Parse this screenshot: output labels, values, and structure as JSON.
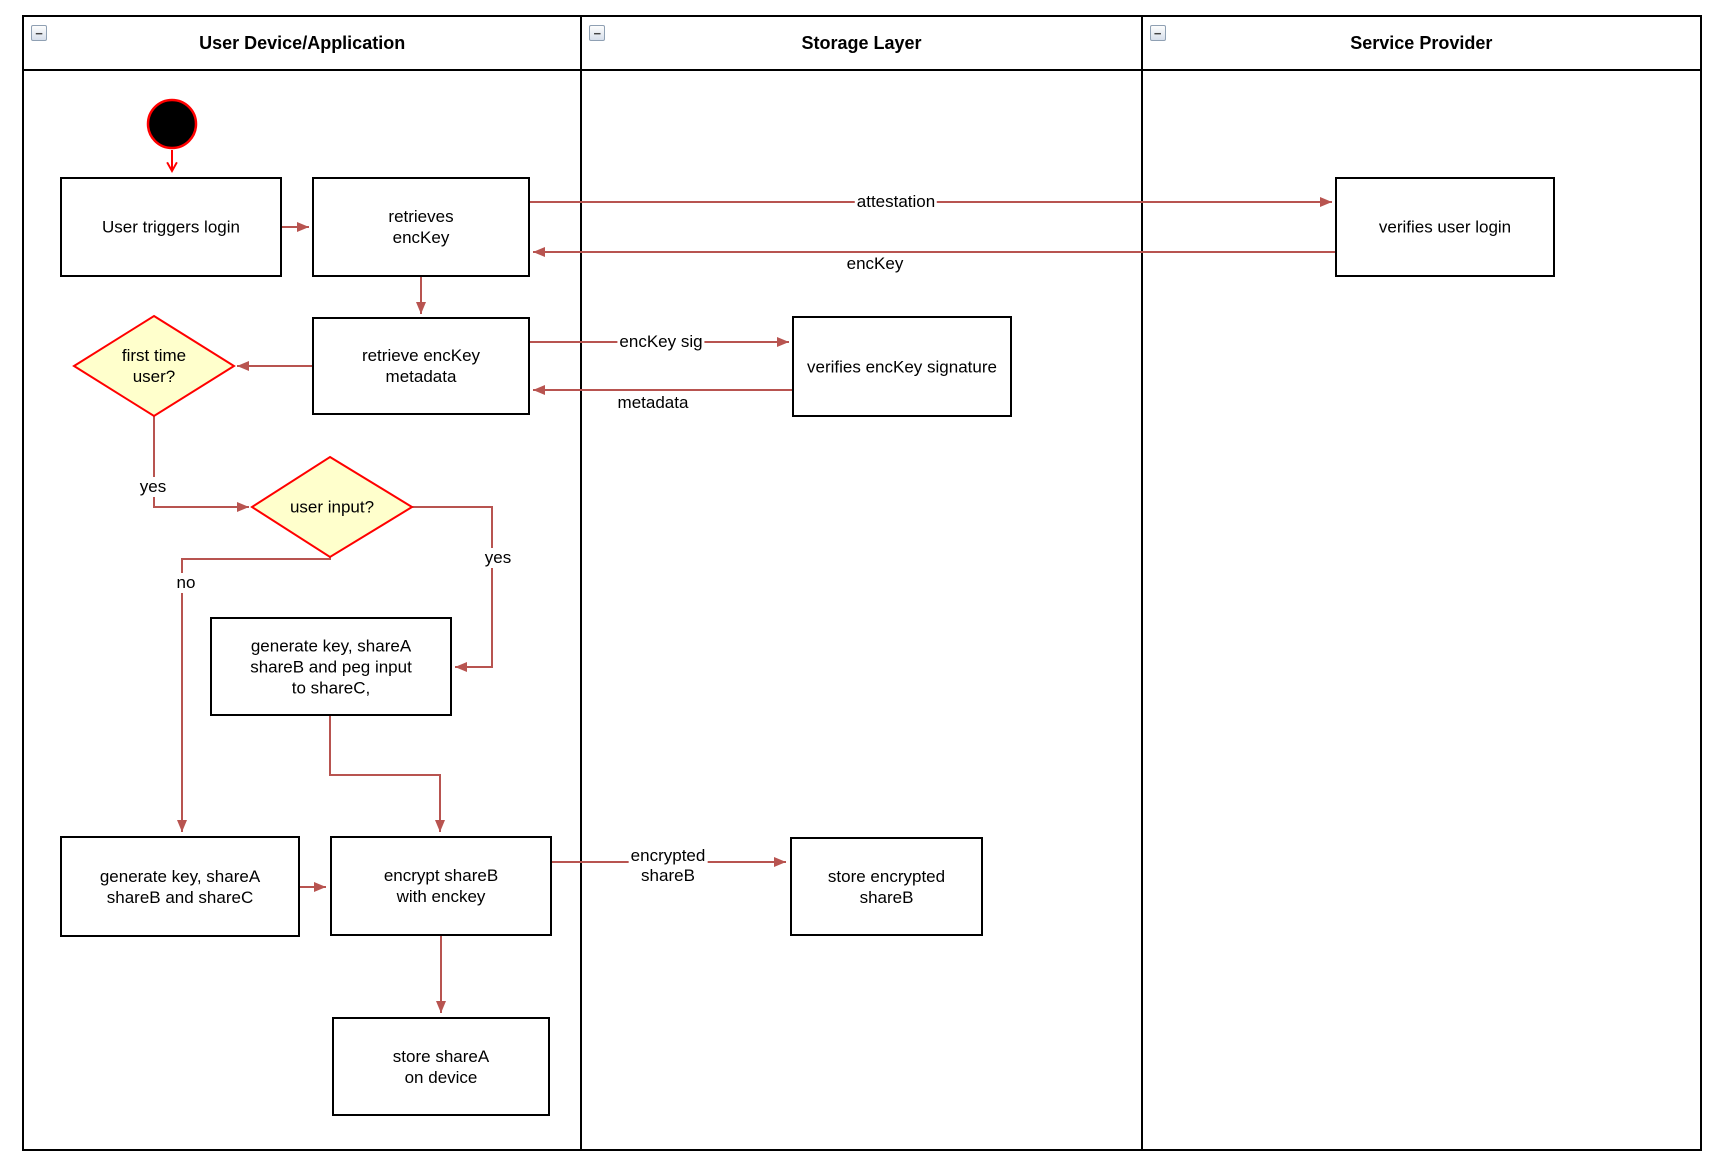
{
  "diagram": {
    "ui": {
      "collapse_glyph": "−"
    },
    "lanes": [
      {
        "title": "User Device/Application"
      },
      {
        "title": "Storage Layer"
      },
      {
        "title": "Service Provider"
      }
    ],
    "nodes": {
      "user_triggers_login": {
        "label": "User triggers login"
      },
      "retrieves_enckey": {
        "label": "retrieves\nencKey"
      },
      "retrieve_enckey_metadata": {
        "label": "retrieve encKey\nmetadata"
      },
      "first_time_user": {
        "label": "first time\nuser?"
      },
      "user_input": {
        "label": "user input?"
      },
      "generate_key_peg_input": {
        "label": "generate key, shareA\nshareB and peg input\nto shareC,"
      },
      "generate_key_sharec": {
        "label": "generate key, shareA\nshareB and shareC"
      },
      "encrypt_shareb": {
        "label": "encrypt shareB\nwith enckey"
      },
      "store_sharea": {
        "label": "store shareA\non device"
      },
      "verifies_enckey_signature": {
        "label": "verifies encKey signature"
      },
      "store_encrypted_shareb": {
        "label": "store encrypted\nshareB"
      },
      "verifies_user_login": {
        "label": "verifies user login"
      }
    },
    "edge_labels": {
      "attestation": "attestation",
      "enckey": "encKey",
      "enckey_sig": "encKey sig",
      "metadata": "metadata",
      "encrypted_shareb": "encrypted\nshareB",
      "yes_first_time": "yes",
      "yes_user_input": "yes",
      "no_user_input": "no"
    },
    "colors": {
      "flow_arrow": "#B85450",
      "start_accent": "#FF0000",
      "decision_fill": "#FFFFCC",
      "decision_border": "#FF0000",
      "node_border": "#000000",
      "node_fill": "#FFFFFF"
    }
  }
}
